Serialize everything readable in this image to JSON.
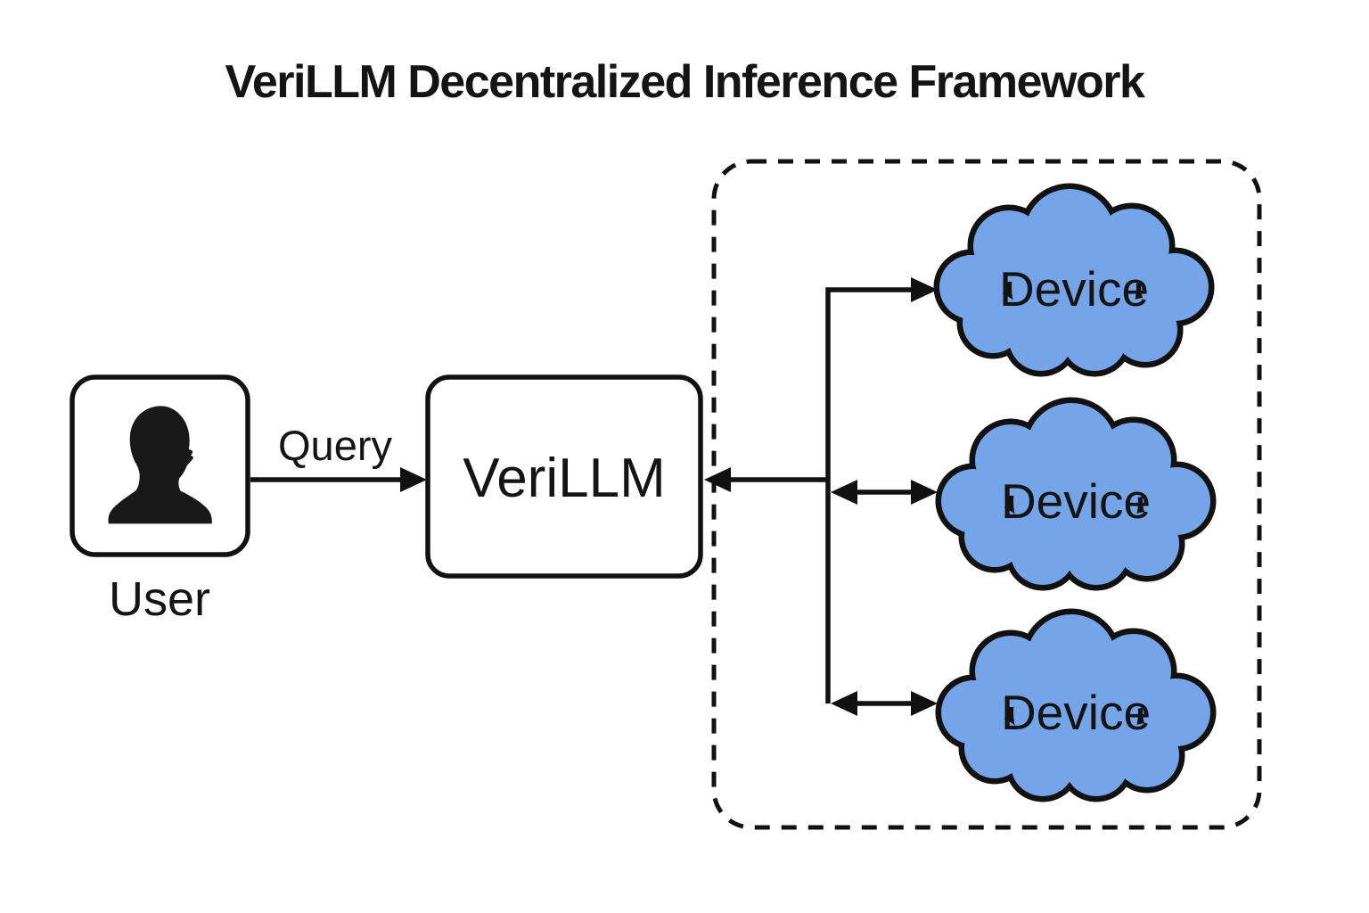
{
  "title": "VeriLLM Decentralized Inference Framework",
  "colors": {
    "cloud_fill": "#76A4E8",
    "outline": "#111111",
    "text": "#141414",
    "background": "#FFFFFF"
  },
  "user": {
    "label": "User",
    "icon": "person-silhouette-icon"
  },
  "query_arrow": {
    "label": "Query"
  },
  "verillm": {
    "label": "VeriLLM"
  },
  "devices_cluster": {
    "border_style": "dashed",
    "devices": [
      {
        "label": "Device"
      },
      {
        "label": "Device"
      },
      {
        "label": "Device"
      }
    ]
  }
}
